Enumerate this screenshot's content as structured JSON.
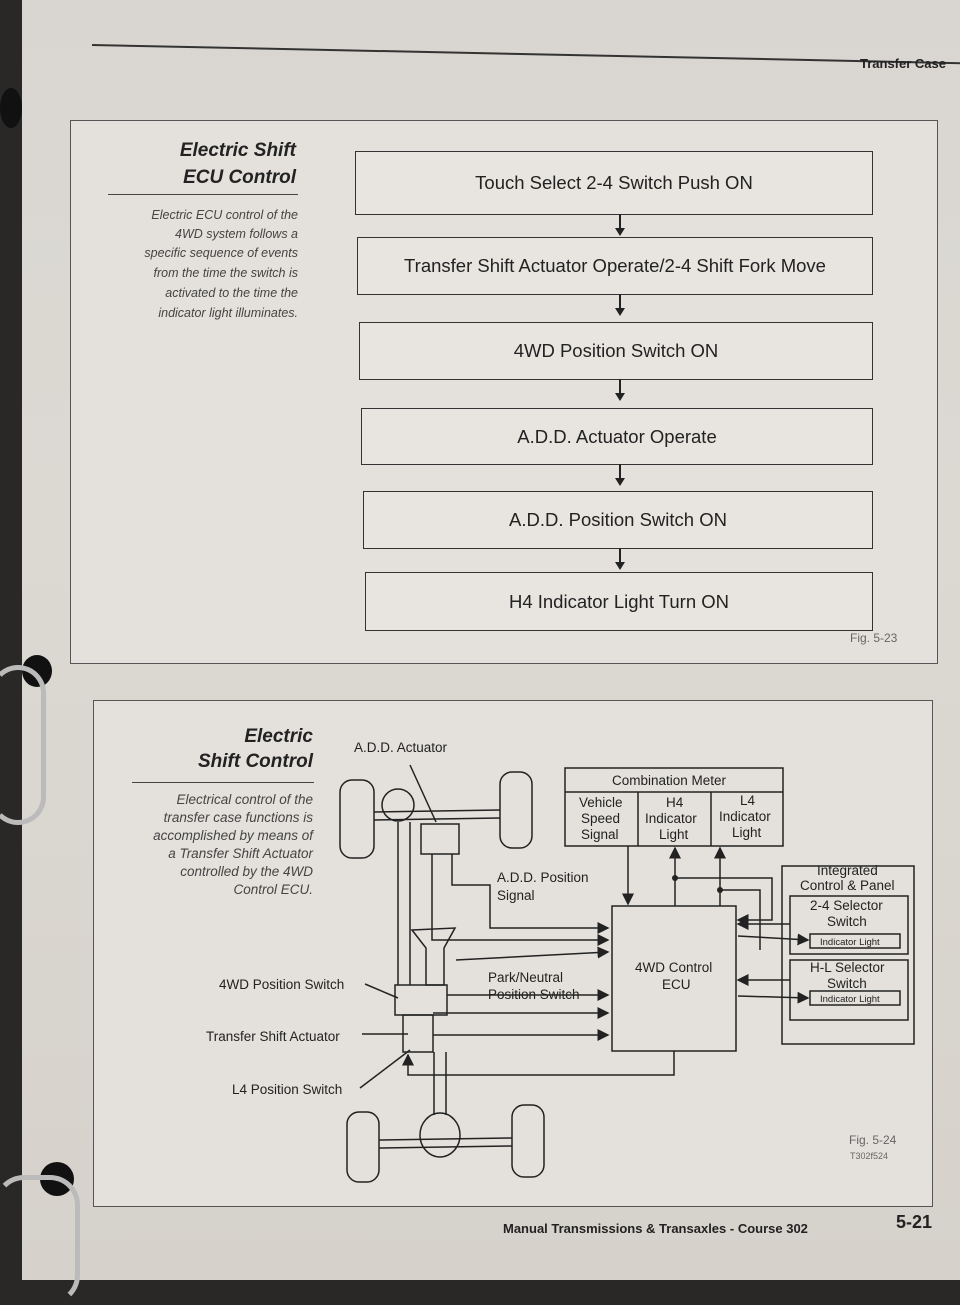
{
  "header": {
    "title": "Transfer Case"
  },
  "fig23": {
    "side_title_line1": "Electric Shift",
    "side_title_line2": "ECU Control",
    "side_text": [
      "Electric ECU control of the",
      "4WD system follows a",
      "specific sequence of events",
      "from the time the switch is",
      "activated to the time the",
      "indicator light illuminates."
    ],
    "steps": [
      "Touch Select 2-4 Switch Push ON",
      "Transfer Shift Actuator Operate/2-4 Shift Fork Move",
      "4WD Position Switch ON",
      "A.D.D. Actuator Operate",
      "A.D.D. Position Switch ON",
      "H4 Indicator Light Turn ON"
    ],
    "fig_label": "Fig. 5-23"
  },
  "fig24": {
    "side_title_line1": "Electric",
    "side_title_line2": "Shift Control",
    "side_text": [
      "Electrical control of the",
      "transfer case functions is",
      "accomplished by means of",
      "a Transfer Shift Actuator",
      "controlled by the 4WD",
      "Control ECU."
    ],
    "labels": {
      "add_actuator": "A.D.D. Actuator",
      "add_position_signal_1": "A.D.D. Position",
      "add_position_signal_2": "Signal",
      "park_neutral_1": "Park/Neutral",
      "park_neutral_2": "Position Switch",
      "fwd_position_switch": "4WD Position Switch",
      "transfer_shift_actuator": "Transfer Shift Actuator",
      "l4_position_switch": "L4 Position Switch",
      "combination_meter": "Combination Meter",
      "vss_1": "Vehicle",
      "vss_2": "Speed",
      "vss_3": "Signal",
      "h4_1": "H4",
      "h4_2": "Indicator",
      "h4_3": "Light",
      "l4_1": "L4",
      "l4_2": "Indicator",
      "l4_3": "Light",
      "ecu_1": "4WD Control",
      "ecu_2": "ECU",
      "icp_1": "Integrated",
      "icp_2": "Control & Panel",
      "sel24_1": "2-4 Selector",
      "sel24_2": "Switch",
      "indicator_light_1": "Indicator Light",
      "selhl_1": "H-L Selector",
      "selhl_2": "Switch",
      "indicator_light_2": "Indicator Light"
    },
    "fig_label": "Fig. 5-24",
    "fig_code": "T302f524"
  },
  "footer": {
    "title": "Manual Transmissions & Transaxles - Course 302",
    "page": "5-21"
  }
}
